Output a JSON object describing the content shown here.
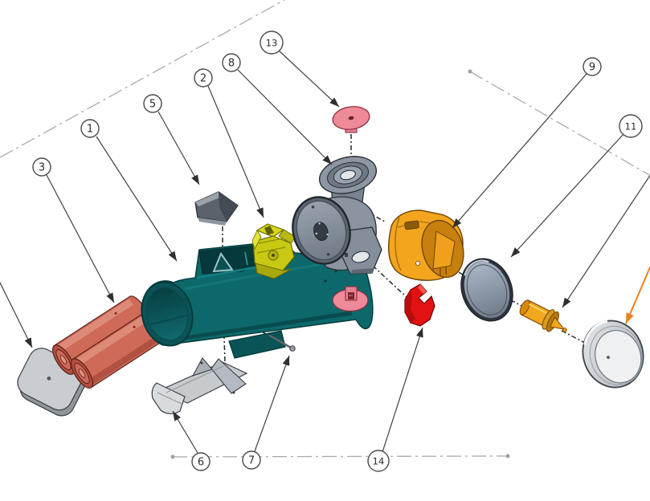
{
  "figure": {
    "kind": "exploded-assembly-drawing",
    "background": "#ffffff",
    "balloons": [
      {
        "label": "1",
        "target": "body-tube"
      },
      {
        "label": "2",
        "target": "switch-block"
      },
      {
        "label": "3",
        "target": "batteries"
      },
      {
        "label": "5",
        "target": "belt-clip"
      },
      {
        "label": "6",
        "target": "handle-stand"
      },
      {
        "label": "7",
        "target": "pivot-pin"
      },
      {
        "label": "8",
        "target": "lamp-housing-bracket"
      },
      {
        "label": "9",
        "target": "head-shell"
      },
      {
        "label": "11",
        "target": "lens"
      },
      {
        "label": "13",
        "target": "push-button"
      },
      {
        "label": "14",
        "target": "lock-clip"
      }
    ],
    "off_page_leaders": [
      {
        "side": "left",
        "target": "battery-door"
      },
      {
        "side": "right",
        "target": "bulb-assembly"
      },
      {
        "side": "right",
        "target": "bezel-ring",
        "style": "orange-highlight"
      }
    ],
    "colors": {
      "body_tube_teal": "#0d686b",
      "battery_salmon": "#cf6a58",
      "head_shell_orange": "#f3a51d",
      "switch_yellow": "#c9c913",
      "lock_clip_red": "#e21212",
      "button_pink": "#ee8a99",
      "bulb_amber": "#f2a71f",
      "bezel_metal_gray": "#c9ccd0",
      "housing_gray": "#8b95a1",
      "lens_gray": "#97a2b2",
      "leader_line": "#3f3f3f",
      "centerline_gray": "#a7abaf",
      "highlight_arrow_orange": "#ef8018"
    }
  }
}
